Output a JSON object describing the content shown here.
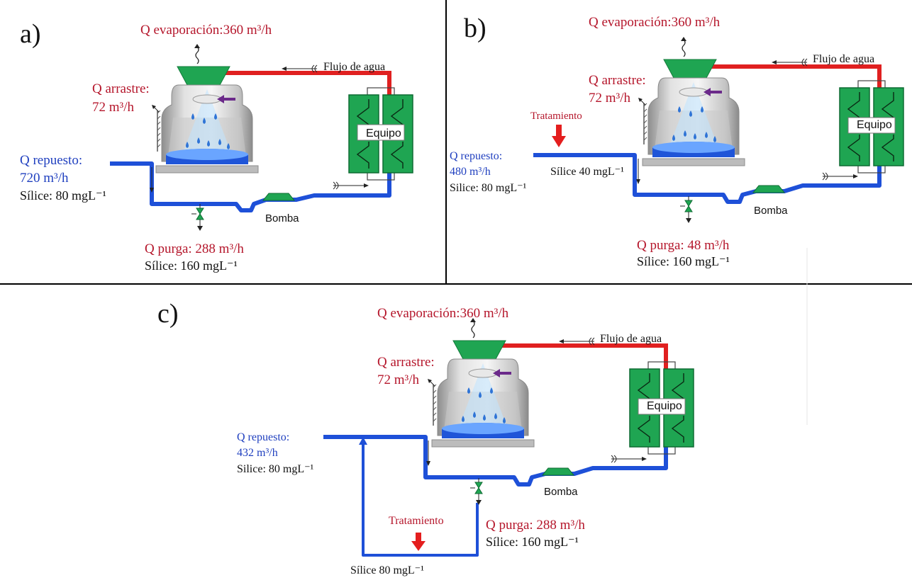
{
  "panels": {
    "a": {
      "label": "a)",
      "evaporacion": "Q  evaporación:360 m³/h",
      "flujo": "Flujo de agua",
      "arrastre_1": "Q arrastre:",
      "arrastre_2": "72 m³/h",
      "repuesto_1": "Q repuesto:",
      "repuesto_2": "720 m³/h",
      "silice_repuesto": "Sílice: 80 mgL⁻¹",
      "purga": "Q purga: 288 m³/h",
      "silice_purga": "Sílice: 160 mgL⁻¹",
      "equipo": "Equipo",
      "bomba": "Bomba"
    },
    "b": {
      "label": "b)",
      "evaporacion": "Q  evaporación:360 m³/h",
      "flujo": "Flujo de agua",
      "arrastre_1": "Q arrastre:",
      "arrastre_2": "72 m³/h",
      "tratamiento": "Tratamiento",
      "repuesto_1": "Q repuesto:",
      "repuesto_2": "480 m³/h",
      "silice_repuesto": "Silice: 80 mgL⁻¹",
      "silice_tratada": "Sílice 40 mgL⁻¹",
      "purga": "Q purga: 48 m³/h",
      "silice_purga": "Sílice: 160 mgL⁻¹",
      "equipo": "Equipo",
      "bomba": "Bomba"
    },
    "c": {
      "label": "c)",
      "evaporacion": "Q  evaporación:360 m³/h",
      "flujo": "Flujo de agua",
      "arrastre_1": "Q arrastre:",
      "arrastre_2": "72 m³/h",
      "repuesto_1": "Q repuesto:",
      "repuesto_2": "432 m³/h",
      "silice_repuesto": "Silice: 80 mgL⁻¹",
      "tratamiento": "Tratamiento",
      "silice_tratada": "Sílice 80 mgL⁻¹",
      "purga": "Q purga: 288 m³/h",
      "silice_purga": "Sílice: 160 mgL⁻¹",
      "equipo": "Equipo",
      "bomba": "Bomba"
    }
  },
  "colors": {
    "pipe_blue": "#1e50d8",
    "pipe_red": "#e02020",
    "equipment_green": "#1fa552",
    "text_red": "#b5162b",
    "text_blue": "#1f3fbf"
  }
}
